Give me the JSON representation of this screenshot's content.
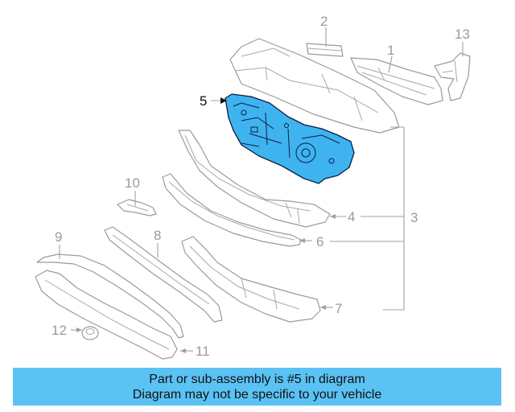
{
  "diagram": {
    "callouts": {
      "c1": "1",
      "c2": "2",
      "c3": "3",
      "c4": "4",
      "c5": "5",
      "c6": "6",
      "c7": "7",
      "c8": "8",
      "c9": "9",
      "c10": "10",
      "c11": "11",
      "c12": "12",
      "c13": "13"
    },
    "highlighted_part": "5",
    "colors": {
      "highlight_fill": "#3fb3ef",
      "highlight_outline": "#0c1c44",
      "part_outline": "#9a9a9a",
      "banner": "#5bc2f4"
    }
  },
  "banner": {
    "line1": "Part or sub-assembly is #5 in diagram",
    "line2": "Diagram may not be specific to your vehicle"
  }
}
